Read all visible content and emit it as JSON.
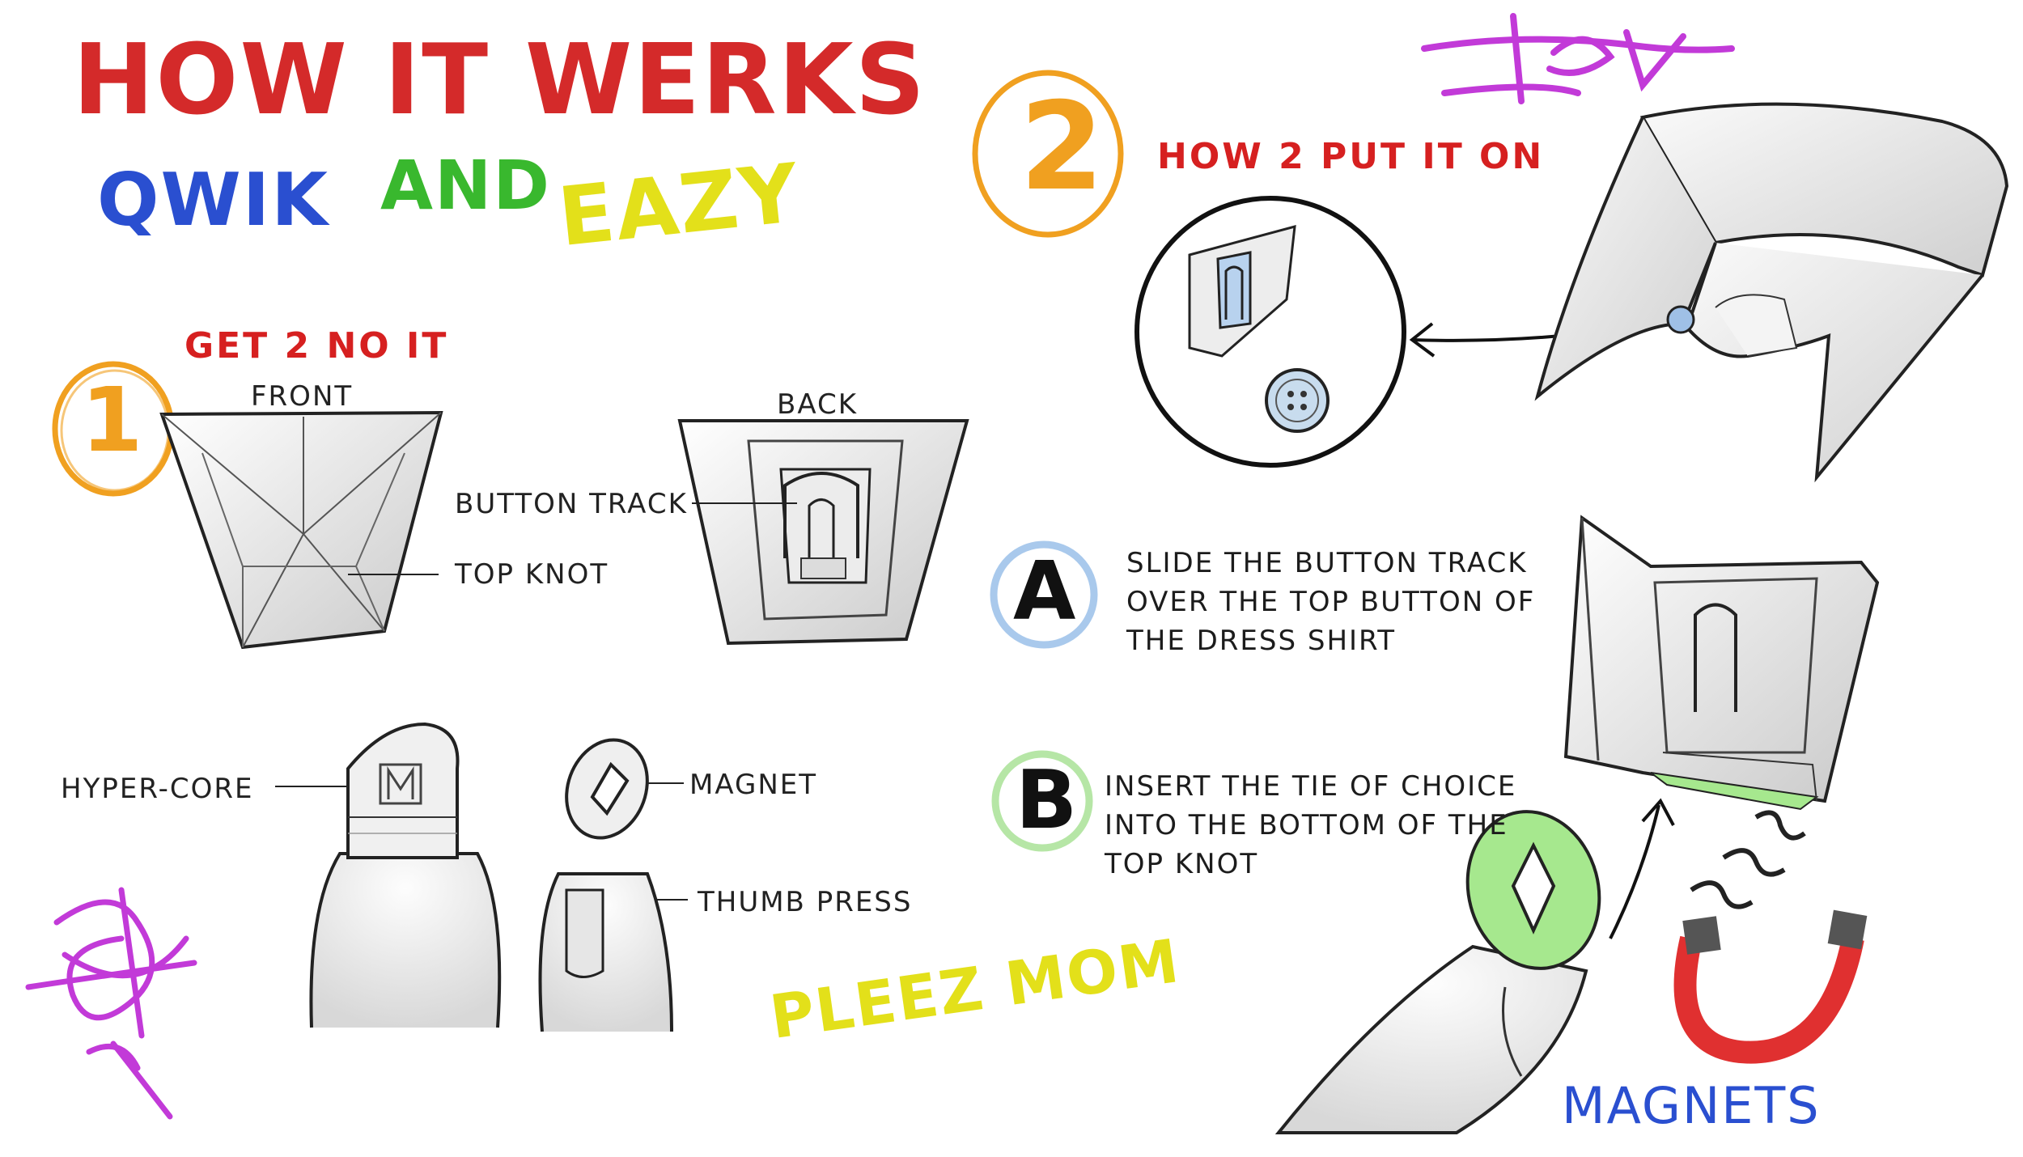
{
  "title": {
    "line1": "HOW IT WERKS",
    "qwik": "QWIK",
    "and": "AND",
    "eazy": "EAZY"
  },
  "step1": {
    "number": "1",
    "heading": "GET 2 NO IT",
    "front_label": "FRONT",
    "back_label": "BACK",
    "button_track": "BUTTON TRACK",
    "top_knot": "TOP KNOT",
    "hyper_core": "HYPER-CORE",
    "magnet": "MAGNET",
    "thumb_press": "THUMB PRESS"
  },
  "step2": {
    "number": "2",
    "heading": "HOW 2 PUT IT ON",
    "a_letter": "A",
    "a_lines": [
      "SLIDE THE BUTTON TRACK",
      "OVER THE TOP BUTTON OF",
      "THE DRESS SHIRT"
    ],
    "b_letter": "B",
    "b_lines": [
      "INSERT THE TIE OF CHOICE",
      "INTO THE BOTTOM OF THE",
      "TOP KNOT"
    ],
    "magnets_label": "MAGNETS"
  },
  "scribble_note": "PLEEZ MOM",
  "colors": {
    "red": "#d42a2a",
    "blue": "#2a4fd0",
    "green": "#39b82e",
    "yellow": "#e3e01a",
    "orange": "#f0a020",
    "purple": "#c23ad8",
    "circle_a": "#a9c9ec",
    "circle_b": "#b6e6a6",
    "magnet_red": "#e03030",
    "gem_green": "#a6e88e"
  },
  "icons": [
    "logo-m-icon",
    "magnet-icon",
    "button-icon",
    "arrow-icon"
  ]
}
